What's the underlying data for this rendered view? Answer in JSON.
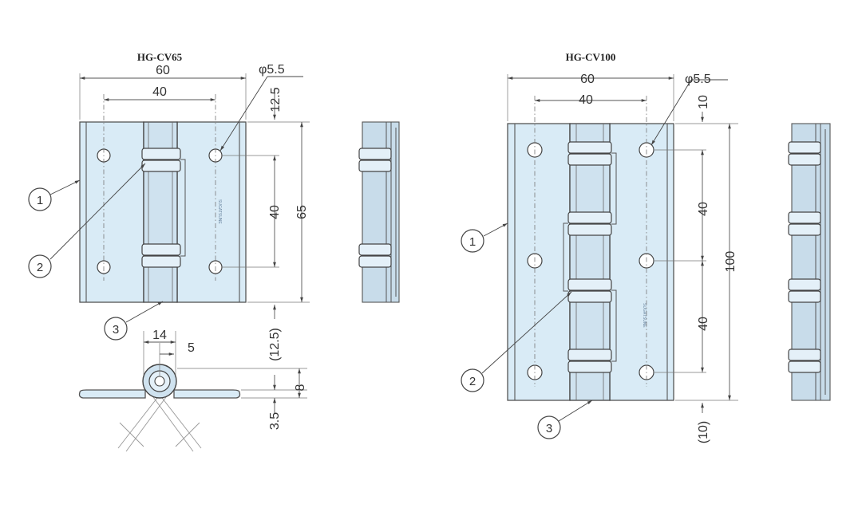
{
  "titles": {
    "left": "HG-CV65",
    "right": "HG-CV100"
  },
  "left": {
    "width_overall": "60",
    "hole_spacing_h": "40",
    "hole_diameter": "φ5.5",
    "top_margin": "12.5",
    "hole_spacing_v": "40",
    "height_overall": "65",
    "bottom_margin": "(12.5)",
    "knuckle_width": "14",
    "pin_offset": "5",
    "knuckle_height": "8",
    "plate_thickness": "3.5"
  },
  "right": {
    "width_overall": "60",
    "hole_spacing_h": "40",
    "hole_diameter": "φ5.5",
    "top_margin": "10",
    "hole_spacing_v1": "40",
    "hole_spacing_v2": "40",
    "height_overall": "100",
    "bottom_margin": "(10)"
  },
  "callouts": {
    "c1": "1",
    "c2": "2",
    "c3": "3"
  },
  "stamp_text": "SUGATSUNE"
}
